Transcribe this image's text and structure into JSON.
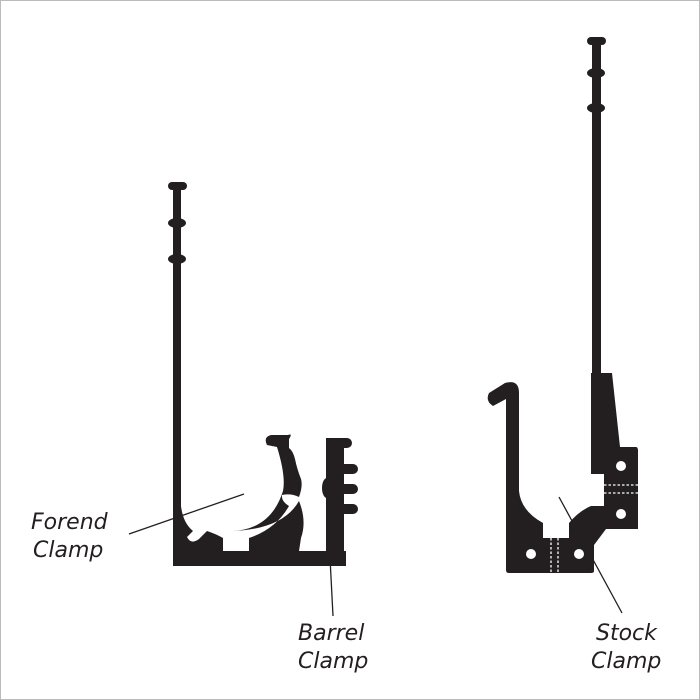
{
  "labels": {
    "forend": [
      "Forend",
      "Clamp"
    ],
    "barrel": [
      "Barrel",
      "Clamp"
    ],
    "stock": [
      "Stock",
      "Clamp"
    ]
  },
  "colors": {
    "part": "#231f20",
    "line": "#231f20",
    "background": "#ffffff"
  }
}
